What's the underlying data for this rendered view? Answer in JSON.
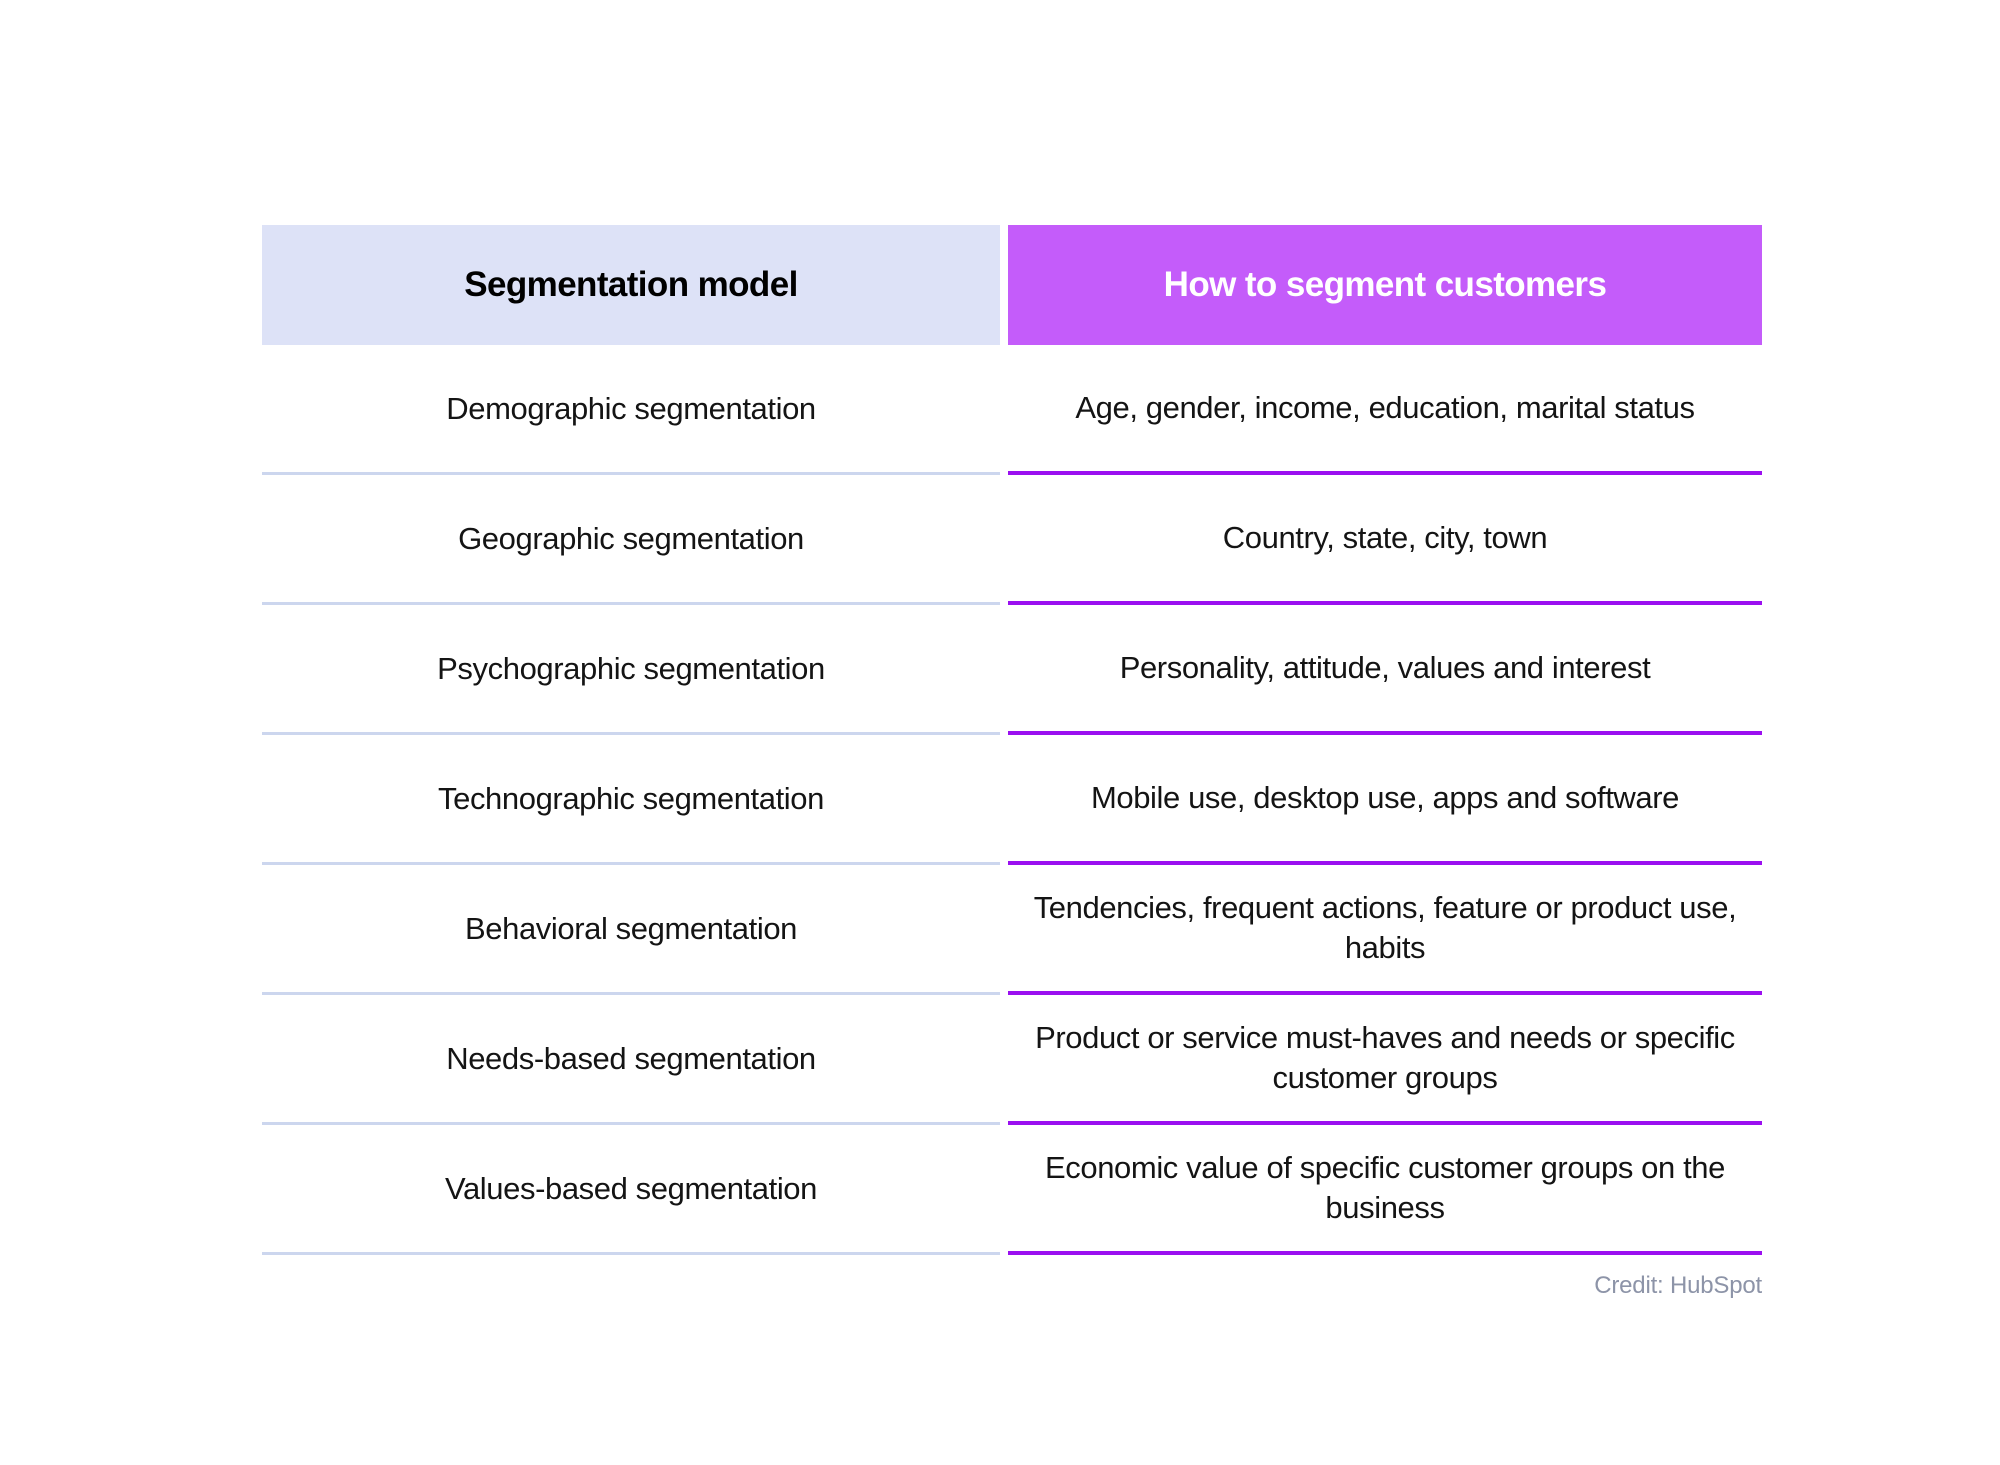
{
  "table": {
    "headers": {
      "left": "Segmentation model",
      "right": "How to segment customers"
    },
    "colors": {
      "header_left_bg": "#dde2f7",
      "header_left_text": "#000000",
      "header_right_bg": "#c45cfa",
      "header_right_text": "#ffffff",
      "divider_left": "#ccd6ee",
      "divider_right": "#9b10f0",
      "body_text": "#141414",
      "page_bg": "#ffffff",
      "credit_text": "#8d94a8"
    },
    "rows": [
      {
        "model": "Demographic segmentation",
        "how": "Age, gender, income, education, marital status"
      },
      {
        "model": "Geographic segmentation",
        "how": "Country, state, city, town"
      },
      {
        "model": "Psychographic segmentation",
        "how": "Personality, attitude, values and interest"
      },
      {
        "model": "Technographic segmentation",
        "how": "Mobile use, desktop use, apps and software"
      },
      {
        "model": "Behavioral segmentation",
        "how": "Tendencies, frequent actions, feature or product use, habits"
      },
      {
        "model": "Needs-based segmentation",
        "how": "Product or service must-haves and needs or specific customer groups"
      },
      {
        "model": "Values-based segmentation",
        "how": "Economic value of specific customer groups on the business"
      }
    ]
  },
  "credit": "Credit: HubSpot"
}
